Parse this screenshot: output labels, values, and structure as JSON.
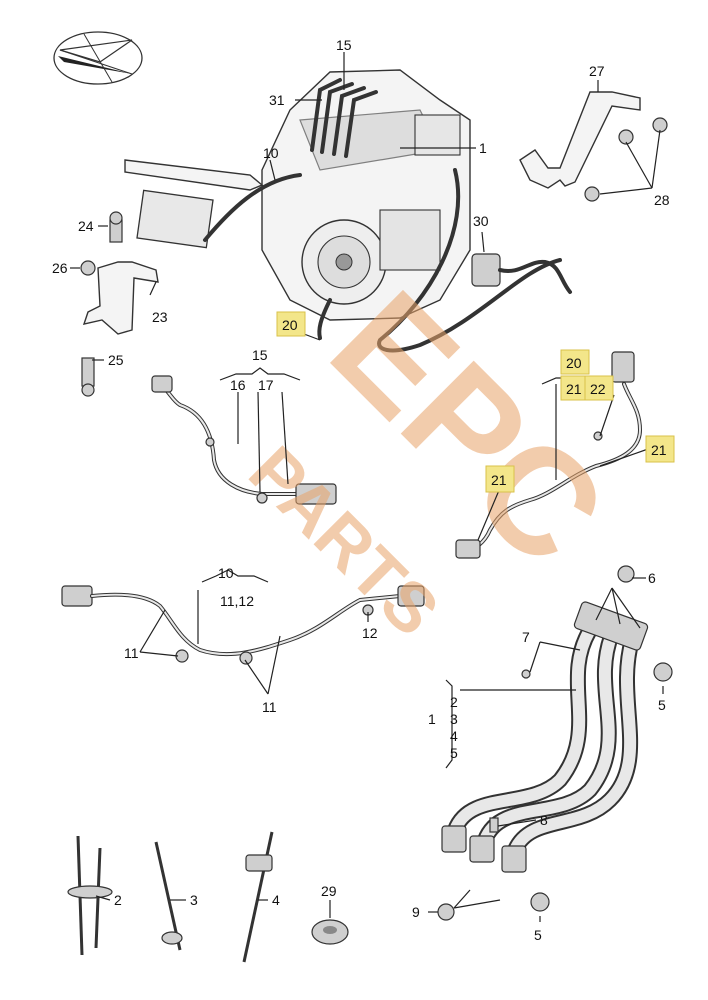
{
  "watermark": {
    "line1": "EPC",
    "line2": "PARTS",
    "color": "#e9a46a"
  },
  "highlight_color": "#f3e68a",
  "labels": {
    "l15_top": "15",
    "l31": "31",
    "l1_top": "1",
    "l10_top": "10",
    "l27": "27",
    "l28": "28",
    "l24": "24",
    "l26": "26",
    "l23": "23",
    "l25": "25",
    "l30": "30",
    "l20_engine": "20",
    "l15_mid": "15",
    "l16": "16",
    "l17": "17",
    "l20_right": "20",
    "l21_a": "21",
    "l22": "22",
    "l21_b": "21",
    "l21_c": "21",
    "l10_mid": "10",
    "l11_12": "11,12",
    "l11_left": "11",
    "l12": "12",
    "l11_bottom": "11",
    "l6": "6",
    "l7": "7",
    "l5_upper": "5",
    "l2_mid": "2",
    "l1_mid": "1",
    "l3_mid": "3",
    "l4_mid": "4",
    "l5_mid": "5",
    "l8": "8",
    "l9": "9",
    "l5_lower": "5",
    "l2_bottom": "2",
    "l3_bottom": "3",
    "l4_bottom": "4",
    "l29": "29"
  }
}
